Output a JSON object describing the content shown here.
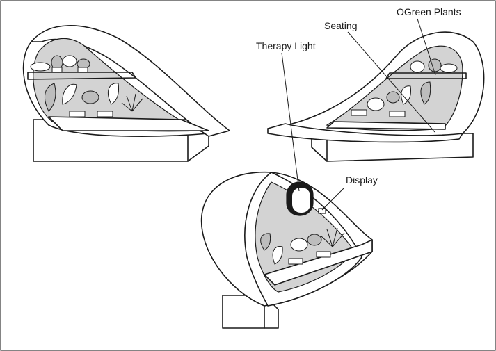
{
  "labels": {
    "green_plants": "OGreen Plants",
    "seating": "Seating",
    "therapy_light": "Therapy Light",
    "display": "Display"
  },
  "colors": {
    "line": "#1a1a1a",
    "interior": "#d3d3d3",
    "background": "#ffffff"
  }
}
